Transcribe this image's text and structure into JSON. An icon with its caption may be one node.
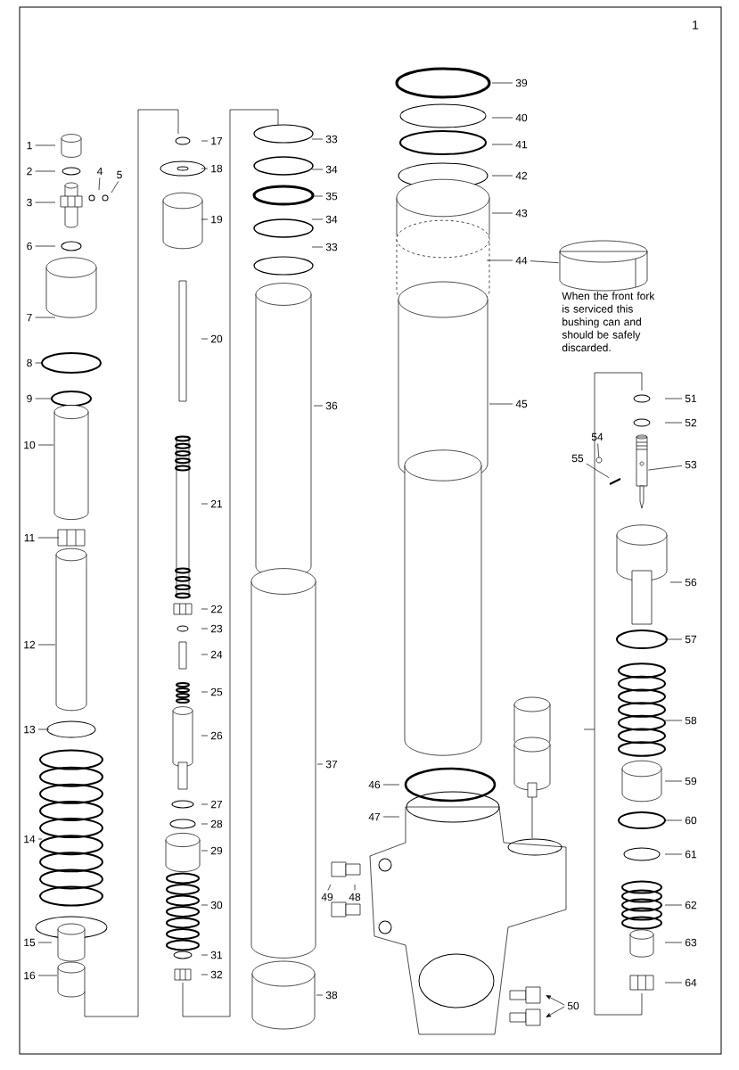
{
  "diagram": {
    "nodes": [
      {
        "text": [
          "1"
        ]
      },
      {
        "text": [
          "2"
        ]
      },
      {
        "text": [
          "3"
        ]
      },
      {
        "text": [
          "4"
        ]
      },
      {
        "text": [
          "5"
        ]
      },
      {
        "text": [
          "6"
        ]
      },
      {
        "text": [
          "7"
        ]
      },
      {
        "text": [
          "8"
        ]
      },
      {
        "text": [
          "9"
        ]
      },
      {
        "text": [
          "10"
        ]
      },
      {
        "text": [
          "11"
        ]
      },
      {
        "text": [
          "12"
        ]
      },
      {
        "text": [
          "13"
        ]
      },
      {
        "text": [
          "14"
        ]
      },
      {
        "text": [
          "15"
        ]
      },
      {
        "text": [
          "16"
        ]
      },
      {
        "text": [
          "17"
        ]
      },
      {
        "text": [
          "18"
        ]
      },
      {
        "text": [
          "19"
        ]
      },
      {
        "text": [
          "20"
        ]
      },
      {
        "text": [
          "21"
        ]
      },
      {
        "text": [
          "22"
        ]
      },
      {
        "text": [
          "23"
        ]
      },
      {
        "text": [
          "24"
        ]
      },
      {
        "text": [
          "25"
        ]
      },
      {
        "text": [
          "26"
        ]
      },
      {
        "text": [
          "27"
        ]
      },
      {
        "text": [
          "28"
        ]
      },
      {
        "text": [
          "29"
        ]
      },
      {
        "text": [
          "30"
        ]
      },
      {
        "text": [
          "31"
        ]
      },
      {
        "text": [
          "32"
        ]
      },
      {
        "text": [
          "33"
        ]
      },
      {
        "text": [
          "34"
        ]
      },
      {
        "text": [
          "35"
        ]
      },
      {
        "text": [
          "34"
        ]
      },
      {
        "text": [
          "33"
        ]
      },
      {
        "text": [
          "36"
        ]
      },
      {
        "text": [
          "37"
        ]
      },
      {
        "text": [
          "38"
        ]
      },
      {
        "text": [
          "39"
        ]
      },
      {
        "text": [
          "40"
        ]
      },
      {
        "text": [
          "41"
        ]
      },
      {
        "text": [
          "42"
        ]
      },
      {
        "text": [
          "43"
        ]
      },
      {
        "text": [
          "44"
        ]
      },
      {
        "text": [
          "45"
        ]
      },
      {
        "text": [
          "46"
        ]
      },
      {
        "text": [
          "47"
        ]
      },
      {
        "text": [
          "49"
        ]
      },
      {
        "text": [
          "48"
        ]
      },
      {
        "text": [
          "50"
        ]
      },
      {
        "text": [
          "51"
        ]
      },
      {
        "text": [
          "52"
        ]
      },
      {
        "text": [
          "53"
        ]
      },
      {
        "text": [
          "54"
        ]
      },
      {
        "text": [
          "55"
        ]
      },
      {
        "text": [
          "56"
        ]
      },
      {
        "text": [
          "57"
        ]
      },
      {
        "text": [
          "58"
        ]
      },
      {
        "text": [
          "59"
        ]
      },
      {
        "text": [
          "60"
        ]
      },
      {
        "text": [
          "61"
        ]
      },
      {
        "text": [
          "62"
        ]
      },
      {
        "text": [
          "63"
        ]
      },
      {
        "text": [
          "64"
        ]
      },
      {
        "text": [],
        "shape": "picture"
      },
      {
        "text": [],
        "shape": "picture"
      },
      {
        "text": [],
        "shape": "picture"
      },
      {
        "text": [],
        "shape": "picture"
      }
    ],
    "edges": [
      {
        "from": 0,
        "to": null,
        "arrow": "none"
      },
      {
        "from": 1,
        "to": null,
        "arrow": "none"
      },
      {
        "from": 2,
        "to": null,
        "arrow": "none"
      },
      {
        "from": 3,
        "to": null,
        "arrow": "none"
      },
      {
        "from": 4,
        "to": null,
        "arrow": "none"
      },
      {
        "from": 5,
        "to": null,
        "arrow": "none"
      },
      {
        "from": 6,
        "to": null,
        "arrow": "none"
      },
      {
        "from": 7,
        "to": null,
        "arrow": "none"
      },
      {
        "from": 8,
        "to": null,
        "arrow": "none"
      },
      {
        "from": 9,
        "to": null,
        "arrow": "none"
      },
      {
        "from": 10,
        "to": null,
        "arrow": "none"
      },
      {
        "from": 11,
        "to": null,
        "arrow": "none"
      },
      {
        "from": 12,
        "to": null,
        "arrow": "none"
      },
      {
        "from": 13,
        "to": null,
        "arrow": "none"
      },
      {
        "from": 14,
        "to": null,
        "arrow": "none"
      },
      {
        "from": 15,
        "to": null,
        "arrow": "none"
      },
      {
        "from": 16,
        "to": null,
        "arrow": "none"
      },
      {
        "from": 17,
        "to": null,
        "arrow": "none"
      },
      {
        "from": 18,
        "to": null,
        "arrow": "none"
      },
      {
        "from": 19,
        "to": null,
        "arrow": "none"
      },
      {
        "from": 20,
        "to": null,
        "arrow": "none"
      },
      {
        "from": 21,
        "to": null,
        "arrow": "none"
      },
      {
        "from": 22,
        "to": null,
        "arrow": "none"
      },
      {
        "from": 23,
        "to": null,
        "arrow": "none"
      },
      {
        "from": 24,
        "to": null,
        "arrow": "none"
      },
      {
        "from": 25,
        "to": null,
        "arrow": "none"
      },
      {
        "from": 26,
        "to": null,
        "arrow": "none"
      },
      {
        "from": 27,
        "to": null,
        "arrow": "none"
      },
      {
        "from": 28,
        "to": null,
        "arrow": "none"
      },
      {
        "from": 29,
        "to": null,
        "arrow": "none"
      },
      {
        "from": 30,
        "to": null,
        "arrow": "none"
      },
      {
        "from": 31,
        "to": null,
        "arrow": "none"
      },
      {
        "from": 32,
        "to": null,
        "arrow": "none"
      },
      {
        "from": 33,
        "to": null,
        "arrow": "none"
      },
      {
        "from": 34,
        "to": null,
        "arrow": "none"
      },
      {
        "from": 35,
        "to": null,
        "arrow": "none"
      },
      {
        "from": 36,
        "to": null,
        "arrow": "none"
      },
      {
        "from": 37,
        "to": null,
        "arrow": "none"
      },
      {
        "from": 38,
        "to": null,
        "arrow": "none"
      },
      {
        "from": 39,
        "to": null,
        "arrow": "none"
      },
      {
        "from": 40,
        "to": null,
        "arrow": "none"
      },
      {
        "from": 41,
        "to": null,
        "arrow": "none"
      },
      {
        "from": 42,
        "to": null,
        "arrow": "none"
      },
      {
        "from": 43,
        "to": null,
        "arrow": "none"
      },
      {
        "from": 44,
        "to": null,
        "arrow": "none"
      },
      {
        "from": 45,
        "to": null,
        "arrow": "none"
      },
      {
        "from": 45,
        "to": 66,
        "arrow": "none"
      },
      {
        "from": 46,
        "to": null,
        "arrow": "none"
      },
      {
        "from": 47,
        "to": null,
        "arrow": "none"
      },
      {
        "from": 48,
        "to": null,
        "arrow": "none"
      },
      {
        "from": 49,
        "to": null,
        "arrow": "none"
      },
      {
        "from": 50,
        "to": null,
        "arrow": "none"
      },
      {
        "from": 51,
        "to": null,
        "arrow": "to"
      },
      {
        "from": 51,
        "to": null,
        "arrow": "to"
      },
      {
        "from": 52,
        "to": null,
        "arrow": "none"
      },
      {
        "from": 53,
        "to": null,
        "arrow": "none"
      },
      {
        "from": 54,
        "to": 67,
        "arrow": "none"
      },
      {
        "from": 55,
        "to": 68,
        "arrow": "none"
      },
      {
        "from": 56,
        "to": 69,
        "arrow": "none"
      },
      {
        "from": 57,
        "to": null,
        "arrow": "none"
      },
      {
        "from": 58,
        "to": null,
        "arrow": "none"
      },
      {
        "from": 59,
        "to": null,
        "arrow": "none"
      },
      {
        "from": 60,
        "to": null,
        "arrow": "none"
      },
      {
        "from": 61,
        "to": null,
        "arrow": "none"
      },
      {
        "from": 62,
        "to": null,
        "arrow": "none"
      },
      {
        "from": 63,
        "to": null,
        "arrow": "none"
      },
      {
        "from": 64,
        "to": null,
        "arrow": "none"
      },
      {
        "from": 65,
        "to": null,
        "arrow": "none"
      }
    ],
    "labels": [
      "1",
      "When the front fork is serviced this bushing can and should be safely discarded."
    ]
  }
}
